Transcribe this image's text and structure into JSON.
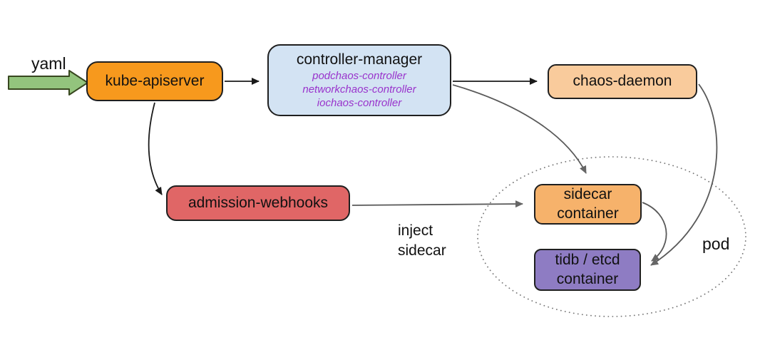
{
  "diagram": {
    "title_hint": "chaos-mesh kubernetes architecture diagram",
    "background_color": "#ffffff",
    "nodes": {
      "kube_apiserver": {
        "label": "kube-apiserver",
        "fill": "#f7991d"
      },
      "controller_manager": {
        "label": "controller-manager",
        "fill": "#d3e3f3",
        "sublabel_color": "#9933cc",
        "sublabels": [
          "podchaos-controller",
          "networkchaos-controller",
          "iochaos-controller"
        ]
      },
      "chaos_daemon": {
        "label": "chaos-daemon",
        "fill": "#f9cb9c"
      },
      "admission_webhooks": {
        "label": "admission-webhooks",
        "fill": "#e06666"
      },
      "sidecar_container": {
        "label": "sidecar container",
        "fill": "#f6b26b",
        "lines": [
          "sidecar",
          "container"
        ]
      },
      "tidb_etcd_container": {
        "label": "tidb / etcd container",
        "fill": "#8e7cc3",
        "lines": [
          "tidb / etcd",
          "container"
        ]
      }
    },
    "group": {
      "pod_label": "pod",
      "shape": "dotted-ellipse",
      "members": [
        "sidecar_container",
        "tidb_etcd_container"
      ]
    },
    "floating_labels": {
      "yaml": "yaml",
      "inject_line1": "inject",
      "inject_line2": "sidecar",
      "pod": "pod"
    },
    "edges": [
      {
        "from": "yaml",
        "to": "kube_apiserver",
        "style": "green-block-arrow"
      },
      {
        "from": "kube_apiserver",
        "to": "controller_manager",
        "style": "straight-black"
      },
      {
        "from": "kube_apiserver",
        "to": "admission_webhooks",
        "style": "curved-black"
      },
      {
        "from": "controller_manager",
        "to": "chaos_daemon",
        "style": "straight-black"
      },
      {
        "from": "controller_manager",
        "to": "sidecar_container",
        "style": "curved-gray"
      },
      {
        "from": "chaos_daemon",
        "to": "tidb_etcd_container",
        "style": "curved-gray"
      },
      {
        "from": "admission_webhooks",
        "to": "sidecar_container",
        "style": "straight-gray",
        "label": "inject sidecar"
      },
      {
        "from": "sidecar_container",
        "to": "tidb_etcd_container",
        "style": "curved-gray"
      }
    ],
    "colors": {
      "arrow_black": "#1a1a1a",
      "arrow_gray": "#666666",
      "yaml_arrow_fill": "#93c47d",
      "yaml_arrow_border": "#38471f",
      "node_border": "#1f1f1f",
      "ellipse_dots": "#777777"
    }
  }
}
